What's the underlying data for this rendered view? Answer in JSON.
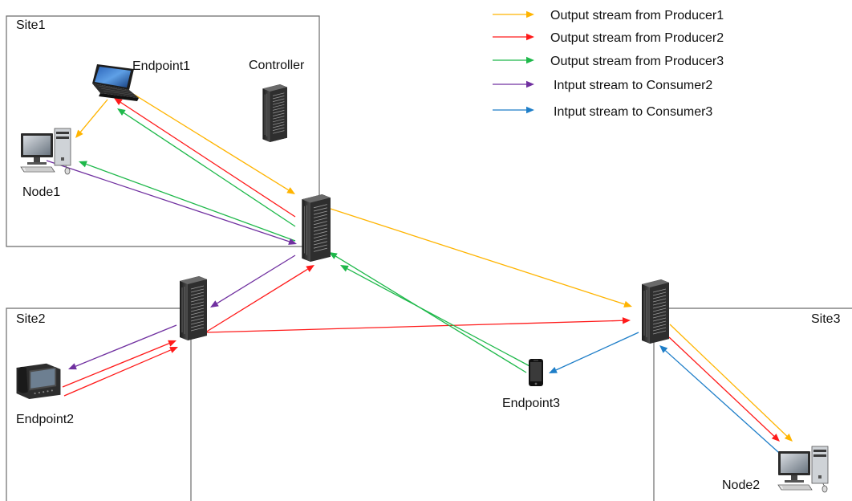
{
  "colors": {
    "producer1": "#ffb400",
    "producer2": "#ff1a1a",
    "producer3": "#1eb84a",
    "consumer2": "#7030a0",
    "consumer3": "#1e7ec8"
  },
  "legend": [
    {
      "label": "Output stream from Producer1",
      "color_key": "producer1"
    },
    {
      "label": "Output stream from Producer2",
      "color_key": "producer2"
    },
    {
      "label": "Output stream from Producer3",
      "color_key": "producer3"
    },
    {
      "label": "Intput stream to Consumer2",
      "color_key": "consumer2"
    },
    {
      "label": "Intput stream to Consumer3",
      "color_key": "consumer3"
    }
  ],
  "sites": {
    "site1": "Site1",
    "site2": "Site2",
    "site3": "Site3"
  },
  "nodes": {
    "endpoint1": "Endpoint1",
    "controller": "Controller",
    "node1": "Node1",
    "endpoint2": "Endpoint2",
    "endpoint3": "Endpoint3",
    "node2": "Node2"
  },
  "icons": {
    "endpoint1": "laptop-icon",
    "controller": "tower-server-icon",
    "node1": "desktop-computer-icon",
    "endpoint2": "desk-phone-icon",
    "endpoint3": "smartphone-icon",
    "node2": "desktop-computer-icon",
    "hub_server": "tower-server-icon",
    "site2_server": "tower-server-icon",
    "site3_server": "tower-server-icon"
  }
}
